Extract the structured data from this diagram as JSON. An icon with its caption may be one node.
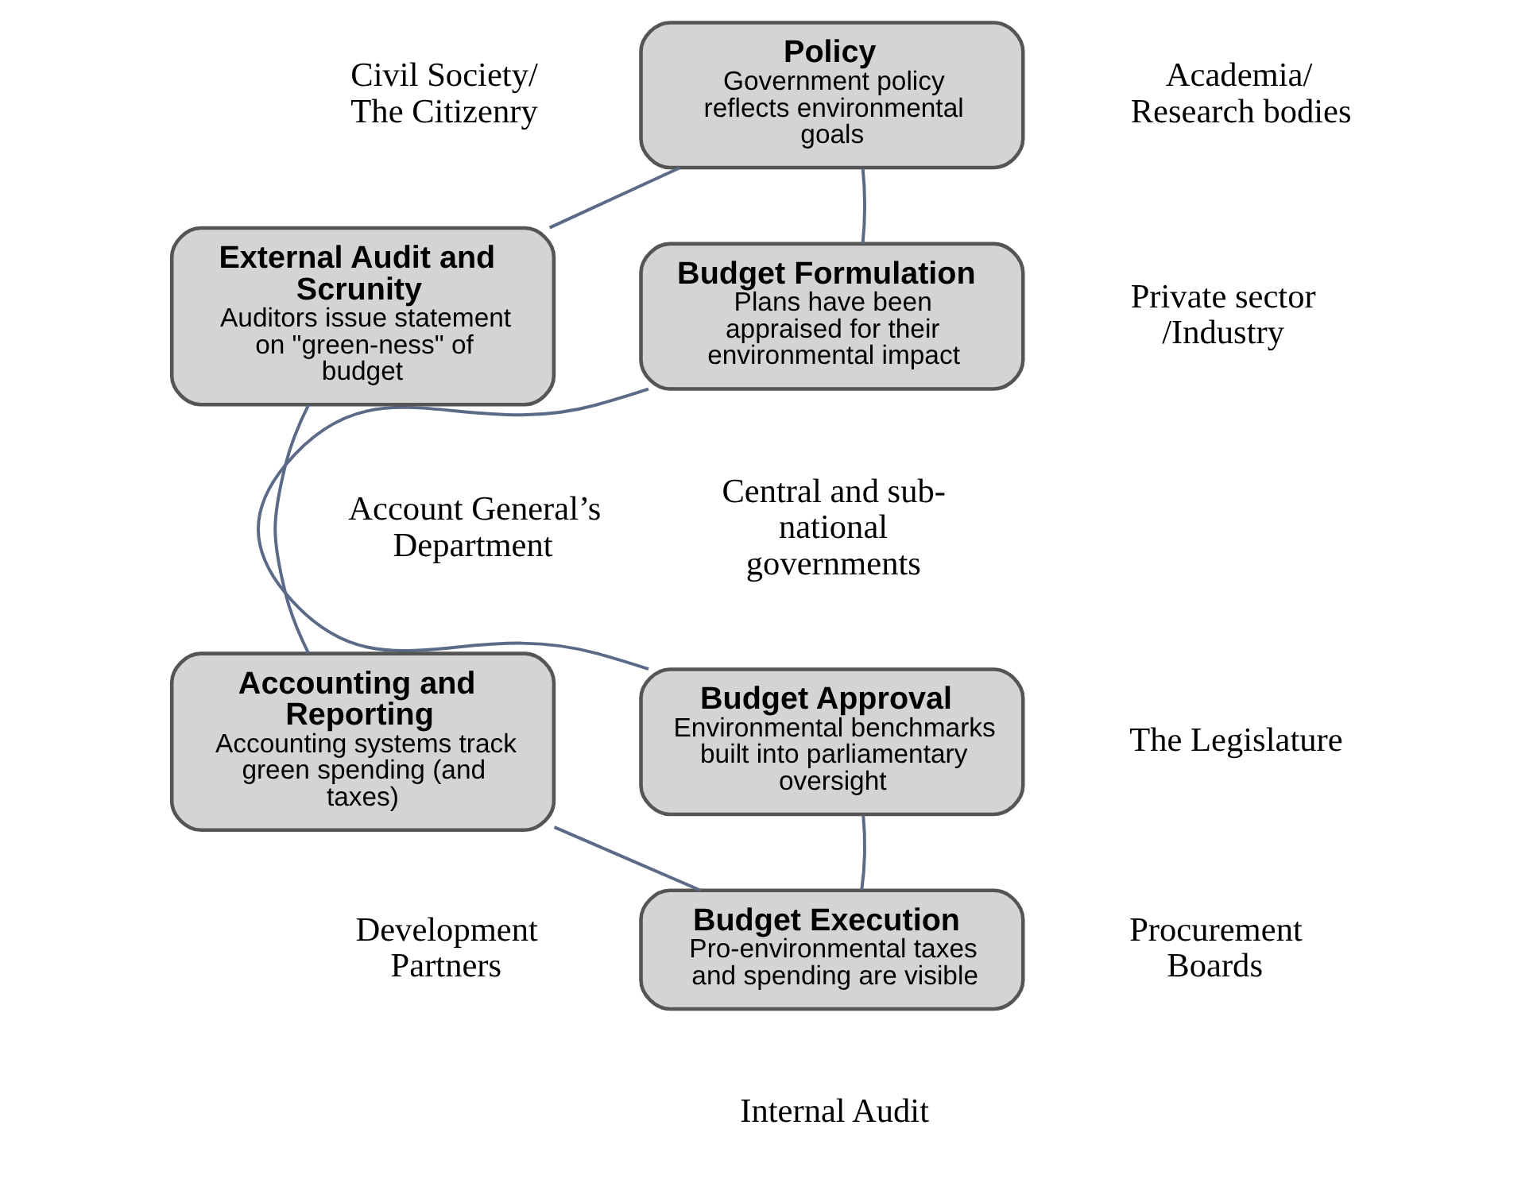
{
  "diagram": {
    "nodes": [
      {
        "text": [
          "Policy",
          "Government policy reflects environmental goals"
        ]
      },
      {
        "text": [
          "Budget Formulation",
          "Plans have been appraised for their environmental impact"
        ]
      },
      {
        "text": [
          "Budget Approval",
          "Environmental benchmarks built into parliamentary oversight"
        ]
      },
      {
        "text": [
          "Budget Execution",
          "Pro-environmental taxes and spending are visible"
        ]
      },
      {
        "text": [
          "Accounting and Reporting",
          "Accounting systems track green spending (and taxes)"
        ]
      },
      {
        "text": [
          "External Audit and Scrunity",
          "Auditors issue statement on \"green-ness\" of budget"
        ]
      }
    ],
    "edges": [
      {
        "from": 0,
        "to": 1,
        "arrow": "none"
      },
      {
        "from": 1,
        "to": 2,
        "arrow": "none"
      },
      {
        "from": 2,
        "to": 3,
        "arrow": "none"
      },
      {
        "from": 3,
        "to": 4,
        "arrow": "none"
      },
      {
        "from": 4,
        "to": 5,
        "arrow": "none"
      },
      {
        "from": 5,
        "to": 0,
        "arrow": "none"
      }
    ],
    "labels": [
      "Civil Society/ The Citizenry",
      "Academia/ Research bodies",
      "Private sector/Industry",
      "Central and sub-national governments",
      "Account General’s Department",
      "The Legislature",
      "Development Partners",
      "Procurement Boards",
      "Internal Audit"
    ]
  }
}
